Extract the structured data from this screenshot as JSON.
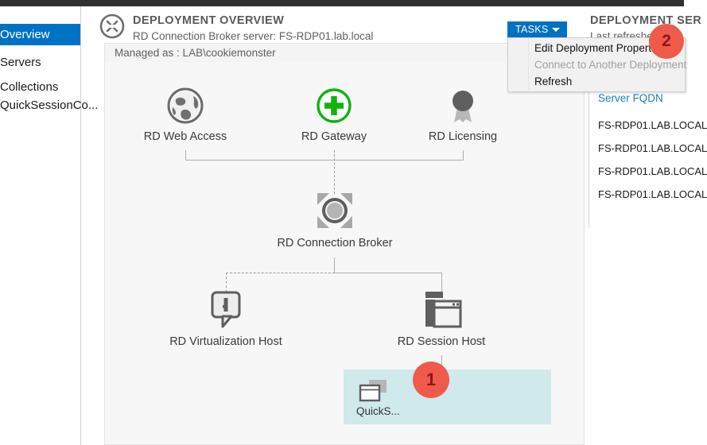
{
  "window": {
    "accent": "#0072c6",
    "canvas_bg": "#f7f7f7",
    "badge_color": "#ef5a4a",
    "highlight_color": "#cfe9ec"
  },
  "sidebar": {
    "items": [
      {
        "label": "Overview",
        "selected": true
      },
      {
        "label": "Servers",
        "selected": false
      },
      {
        "label": "Collections",
        "selected": false
      },
      {
        "label": "QuickSessionCo...",
        "selected": false
      }
    ]
  },
  "pane": {
    "title": "DEPLOYMENT OVERVIEW",
    "subtitle": "RD Connection Broker server: FS-RDP01.lab.local",
    "managed_as": "Managed as : LAB\\cookiemonster"
  },
  "tasks": {
    "button_label": "TASKS",
    "menu": [
      {
        "label": "Edit Deployment Properties",
        "disabled": false
      },
      {
        "label": "Connect to Another Deployment",
        "disabled": true
      },
      {
        "label": "Refresh",
        "disabled": false
      }
    ]
  },
  "diagram": {
    "nodes": [
      {
        "id": "rd-web-access",
        "label": "RD Web Access",
        "icon": "globe-icon"
      },
      {
        "id": "rd-gateway",
        "label": "RD Gateway",
        "icon": "green-plus-icon"
      },
      {
        "id": "rd-licensing",
        "label": "RD Licensing",
        "icon": "award-ribbon-icon"
      },
      {
        "id": "rd-connection-broker",
        "label": "RD Connection Broker",
        "icon": "broker-arrows-icon"
      },
      {
        "id": "rd-virtualization-host",
        "label": "RD Virtualization Host",
        "icon": "info-bubble-icon"
      },
      {
        "id": "rd-session-host",
        "label": "RD Session Host",
        "icon": "server-window-icon"
      }
    ],
    "collection": {
      "label": "QuickS...",
      "icon": "two-windows-icon"
    }
  },
  "right_panel": {
    "title": "DEPLOYMENT SER",
    "subtitle": "Last refreshed on",
    "column_header": "Server FQDN",
    "rows": [
      "FS-RDP01.LAB.LOCAL",
      "FS-RDP01.LAB.LOCAL",
      "FS-RDP01.LAB.LOCAL",
      "FS-RDP01.LAB.LOCAL"
    ]
  },
  "badges": [
    {
      "id": "badge-1",
      "value": "1"
    },
    {
      "id": "badge-2",
      "value": "2"
    }
  ]
}
